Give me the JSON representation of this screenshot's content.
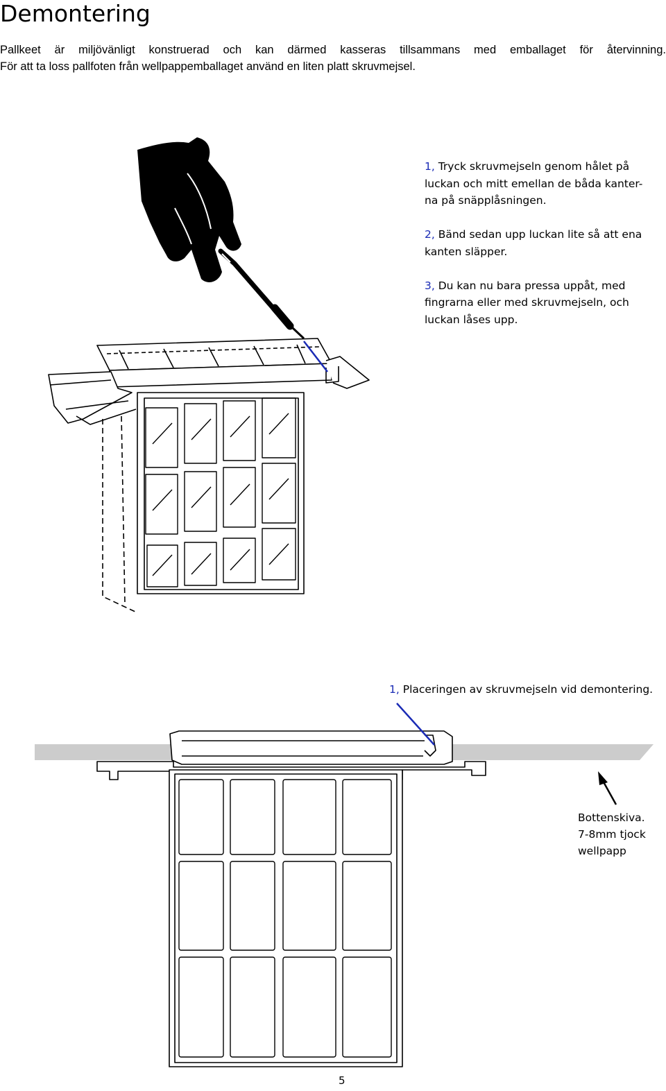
{
  "page": {
    "title": "Demontering",
    "intro": [
      "Pallkeet är miljövänligt konstruerad och kan därmed kasseras tillsammans med emballaget för återvinning.",
      "För att ta loss pallfoten från wellpappemballaget använd en liten platt skruvmejsel."
    ],
    "steps": [
      {
        "num": "1,",
        "lines": [
          "Tryck skruvmejseln genom hålet på",
          "luckan och mitt emellan de båda kanter-",
          "na på snäpplåsningen."
        ]
      },
      {
        "num": "2,",
        "lines": [
          "Bänd sedan upp luckan lite så att ena",
          "kanten släpper."
        ]
      },
      {
        "num": "3,",
        "lines": [
          "Du kan nu bara pressa uppåt, med",
          "fingrarna eller med skruvmejseln, och",
          "luckan låses upp."
        ]
      }
    ],
    "caption": {
      "num": "1,",
      "text": "Placeringen av skruvmejseln vid demontering."
    },
    "board_label": [
      "Bottenskiva.",
      "7-8mm tjock",
      "wellpapp"
    ],
    "page_number": "5"
  },
  "colors": {
    "accent": "#1a2bb5",
    "board": "#cccccc"
  },
  "icons": {
    "hand": "hand-holding-screwdriver-icon",
    "arrow": "pointer-arrow-icon"
  }
}
